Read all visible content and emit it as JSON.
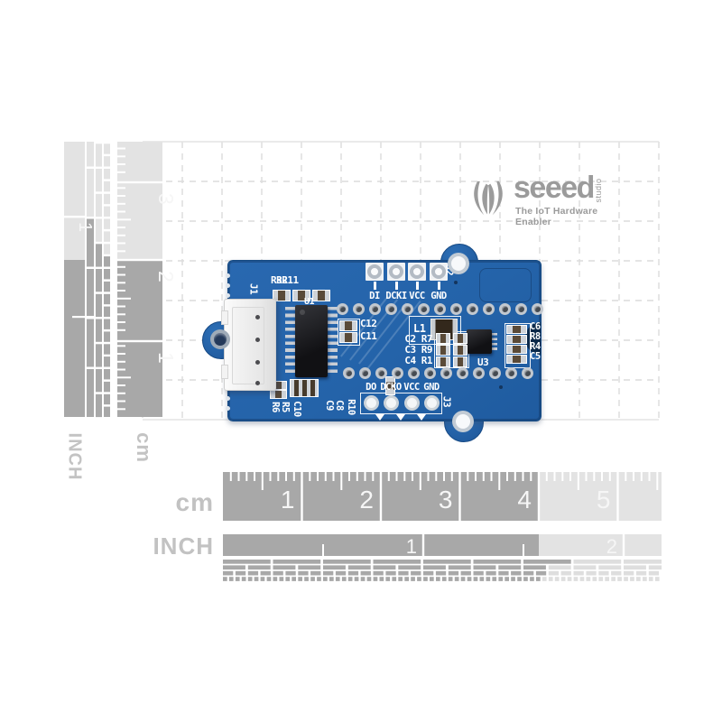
{
  "logo": {
    "name": "seeed",
    "suffix": "studio",
    "tagline": "The IoT Hardware Enabler"
  },
  "rulers": {
    "left_inch": {
      "label": "INCH",
      "numbers": [
        "1"
      ]
    },
    "left_cm": {
      "label": "cm",
      "numbers": [
        "1",
        "2",
        "3"
      ]
    },
    "bottom_cm": {
      "label": "cm",
      "numbers": [
        "1",
        "2",
        "3",
        "4",
        "5"
      ]
    },
    "bottom_inch": {
      "label": "INCH",
      "numbers": [
        "1",
        "2"
      ]
    }
  },
  "pcb": {
    "connector_label": "J1",
    "top_header": {
      "ref": "J2",
      "pins": [
        "DI",
        "DCKI",
        "VCC",
        "GND"
      ]
    },
    "bottom_header": {
      "ref": "J3",
      "pins": [
        "DO",
        "DCKO",
        "VCC",
        "GND"
      ]
    },
    "main_ic_ref": "U1",
    "small_ic_ref": "U3",
    "inductor_ref": "L1",
    "top_left_refs": [
      "R3",
      "R2",
      "R11"
    ],
    "caps_left": [
      "C12",
      "C11"
    ],
    "mid_refs": [
      "C2 R7",
      "C3 R9",
      "C4 R1"
    ],
    "right_refs": [
      "C6",
      "R8",
      "R4",
      "C5"
    ],
    "bottom_left_refs": [
      "R6",
      "R5",
      "C10"
    ],
    "bottom_mid_refs": [
      "C9",
      "C8",
      "R10"
    ]
  }
}
